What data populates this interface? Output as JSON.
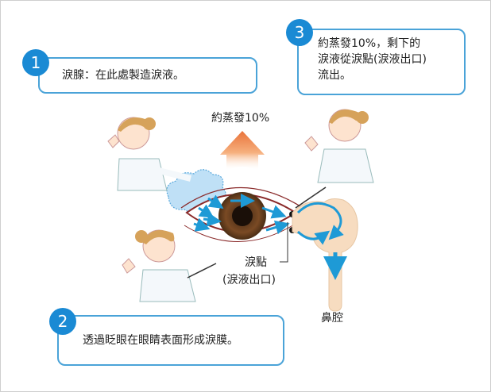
{
  "callouts": [
    {
      "num": "1",
      "text": "淚腺：在此處製造淚液。"
    },
    {
      "num": "2",
      "text": "透過眨眼在眼睛表面形成淚膜。"
    },
    {
      "num": "3",
      "line1": "約蒸發10%，剩下的",
      "line2": "淚液從淚點(淚液出口)",
      "line3": "流出。"
    }
  ],
  "labels": {
    "evaporation": "約蒸發10%",
    "punctum_line1": "淚點",
    "punctum_line2": "(淚液出口)",
    "nasal_cavity": "鼻腔"
  },
  "colors": {
    "accent": "#1a8ad4",
    "flow_arrow": "#1e9ad6",
    "evap_arrow": "#e9733a",
    "gland": "#bfe0f6",
    "duct": "#f7dcc0"
  }
}
